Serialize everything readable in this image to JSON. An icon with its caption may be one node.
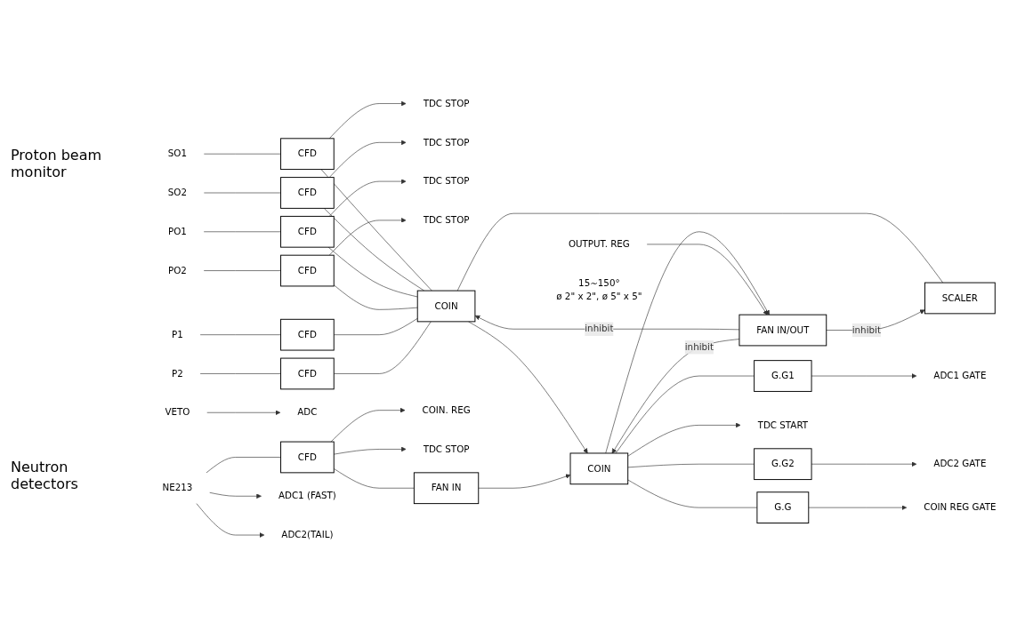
{
  "diagram": {
    "nodes": [
      {
        "text": [
          "SO1"
        ]
      },
      {
        "text": [
          "CFD"
        ]
      },
      {
        "text": [
          "TDC STOP"
        ]
      },
      {
        "text": [
          "SO2"
        ]
      },
      {
        "text": [
          "CFD"
        ]
      },
      {
        "text": [
          "TDC STOP"
        ]
      },
      {
        "text": [
          "PO1"
        ]
      },
      {
        "text": [
          "CFD"
        ]
      },
      {
        "text": [
          "TDC STOP"
        ]
      },
      {
        "text": [
          "PO2"
        ]
      },
      {
        "text": [
          "CFD"
        ]
      },
      {
        "text": [
          "TDC STOP"
        ]
      },
      {
        "text": [
          "P1"
        ]
      },
      {
        "text": [
          "CFD"
        ]
      },
      {
        "text": [
          "P2"
        ]
      },
      {
        "text": [
          "CFD"
        ]
      },
      {
        "text": [
          "COIN"
        ]
      },
      {
        "text": [
          "SCALER"
        ]
      },
      {
        "text": [
          "FAN IN/OUT"
        ]
      },
      {
        "text": [
          "OUTPUT. REG"
        ]
      },
      {
        "text": [
          "COIN"
        ]
      },
      {
        "text": [
          "G.G1"
        ]
      },
      {
        "text": [
          "ADC1 GATE"
        ]
      },
      {
        "text": [
          "G.G2"
        ]
      },
      {
        "text": [
          "ADC2 GATE"
        ]
      },
      {
        "text": [
          "TDC START"
        ]
      },
      {
        "text": [
          "G.G"
        ]
      },
      {
        "text": [
          "COIN REG GATE"
        ]
      },
      {
        "text": [
          "VETO"
        ]
      },
      {
        "text": [
          "ADC"
        ]
      },
      {
        "text": [
          "NE213"
        ]
      },
      {
        "text": [
          "CFD"
        ]
      },
      {
        "text": [
          "COIN. REG"
        ]
      },
      {
        "text": [
          "TDC STOP"
        ]
      },
      {
        "text": [
          "ADC1 (FAST)"
        ]
      },
      {
        "text": [
          "ADC2(TAIL)"
        ]
      },
      {
        "text": [
          "FAN IN"
        ],
        "beside": [
          "15∼150°",
          "ø 2\" x 2\", ø 5\" x 5\""
        ]
      }
    ],
    "edges": [
      {
        "from": 0,
        "to": 1,
        "arrow": "none"
      },
      {
        "from": 1,
        "to": 2,
        "arrow": "to"
      },
      {
        "from": 1,
        "to": 16,
        "arrow": "none"
      },
      {
        "from": 3,
        "to": 4,
        "arrow": "none"
      },
      {
        "from": 4,
        "to": 5,
        "arrow": "to"
      },
      {
        "from": 4,
        "to": 16,
        "arrow": "none"
      },
      {
        "from": 6,
        "to": 7,
        "arrow": "none"
      },
      {
        "from": 7,
        "to": 8,
        "arrow": "to"
      },
      {
        "from": 7,
        "to": 16,
        "arrow": "none"
      },
      {
        "from": 9,
        "to": 10,
        "arrow": "none"
      },
      {
        "from": 10,
        "to": 11,
        "arrow": "to"
      },
      {
        "from": 10,
        "to": 16,
        "arrow": "none"
      },
      {
        "from": 12,
        "to": 13,
        "arrow": "none"
      },
      {
        "from": 13,
        "to": 16,
        "arrow": "none"
      },
      {
        "from": 14,
        "to": 15,
        "arrow": "none"
      },
      {
        "from": 15,
        "to": 16,
        "arrow": "none"
      },
      {
        "from": 16,
        "to": 17,
        "arrow": "none"
      },
      {
        "from": 18,
        "to": 16,
        "arrow": "to",
        "label": "inhibit"
      },
      {
        "from": 18,
        "to": 17,
        "arrow": "to",
        "label": "inhibit"
      },
      {
        "from": 18,
        "to": 20,
        "arrow": "to",
        "label": "inhibit"
      },
      {
        "from": 20,
        "to": 18,
        "arrow": "to"
      },
      {
        "from": 19,
        "to": 18,
        "arrow": "to"
      },
      {
        "from": 16,
        "to": 20,
        "arrow": "to"
      },
      {
        "from": 36,
        "to": 20,
        "arrow": "to"
      },
      {
        "from": 20,
        "to": 21,
        "arrow": "none"
      },
      {
        "from": 21,
        "to": 22,
        "arrow": "to"
      },
      {
        "from": 20,
        "to": 23,
        "arrow": "none"
      },
      {
        "from": 23,
        "to": 24,
        "arrow": "to"
      },
      {
        "from": 20,
        "to": 25,
        "arrow": "to"
      },
      {
        "from": 20,
        "to": 26,
        "arrow": "none"
      },
      {
        "from": 26,
        "to": 27,
        "arrow": "to"
      },
      {
        "from": 28,
        "to": 29,
        "arrow": "to"
      },
      {
        "from": 30,
        "to": 31,
        "arrow": "none"
      },
      {
        "from": 31,
        "to": 32,
        "arrow": "to"
      },
      {
        "from": 31,
        "to": 33,
        "arrow": "to"
      },
      {
        "from": 30,
        "to": 34,
        "arrow": "to"
      },
      {
        "from": 30,
        "to": 35,
        "arrow": "to"
      },
      {
        "from": 31,
        "to": 36,
        "arrow": "none"
      }
    ],
    "labels": [
      "Proton beam monitor",
      "Neutron detectors"
    ]
  }
}
